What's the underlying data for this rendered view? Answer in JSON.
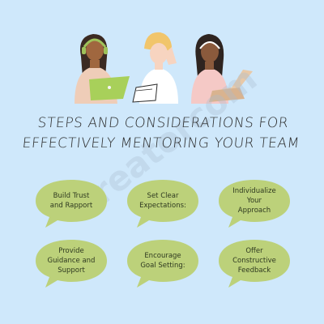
{
  "colors": {
    "background": "#cfe8fb",
    "bubble": "#bcd17a",
    "title_text": "#2b2b2b"
  },
  "title": {
    "line1": "Steps and Considerations for",
    "line2": "Effectively Mentoring Your Team"
  },
  "bubbles": [
    {
      "text": "Build Trust\nand Rapport"
    },
    {
      "text": "Set Clear\nExpectations:"
    },
    {
      "text": "Individualize\nYour\nApproach"
    },
    {
      "text": "Provide\nGuidance and\nSupport"
    },
    {
      "text": "Encourage\nGoal Setting:"
    },
    {
      "text": "Offer\nConstructive\nFeedback"
    }
  ],
  "illustration": {
    "figures": [
      "woman-with-headphones-laptop",
      "woman-on-phone-with-notebook",
      "woman-with-headset-laptop"
    ]
  }
}
